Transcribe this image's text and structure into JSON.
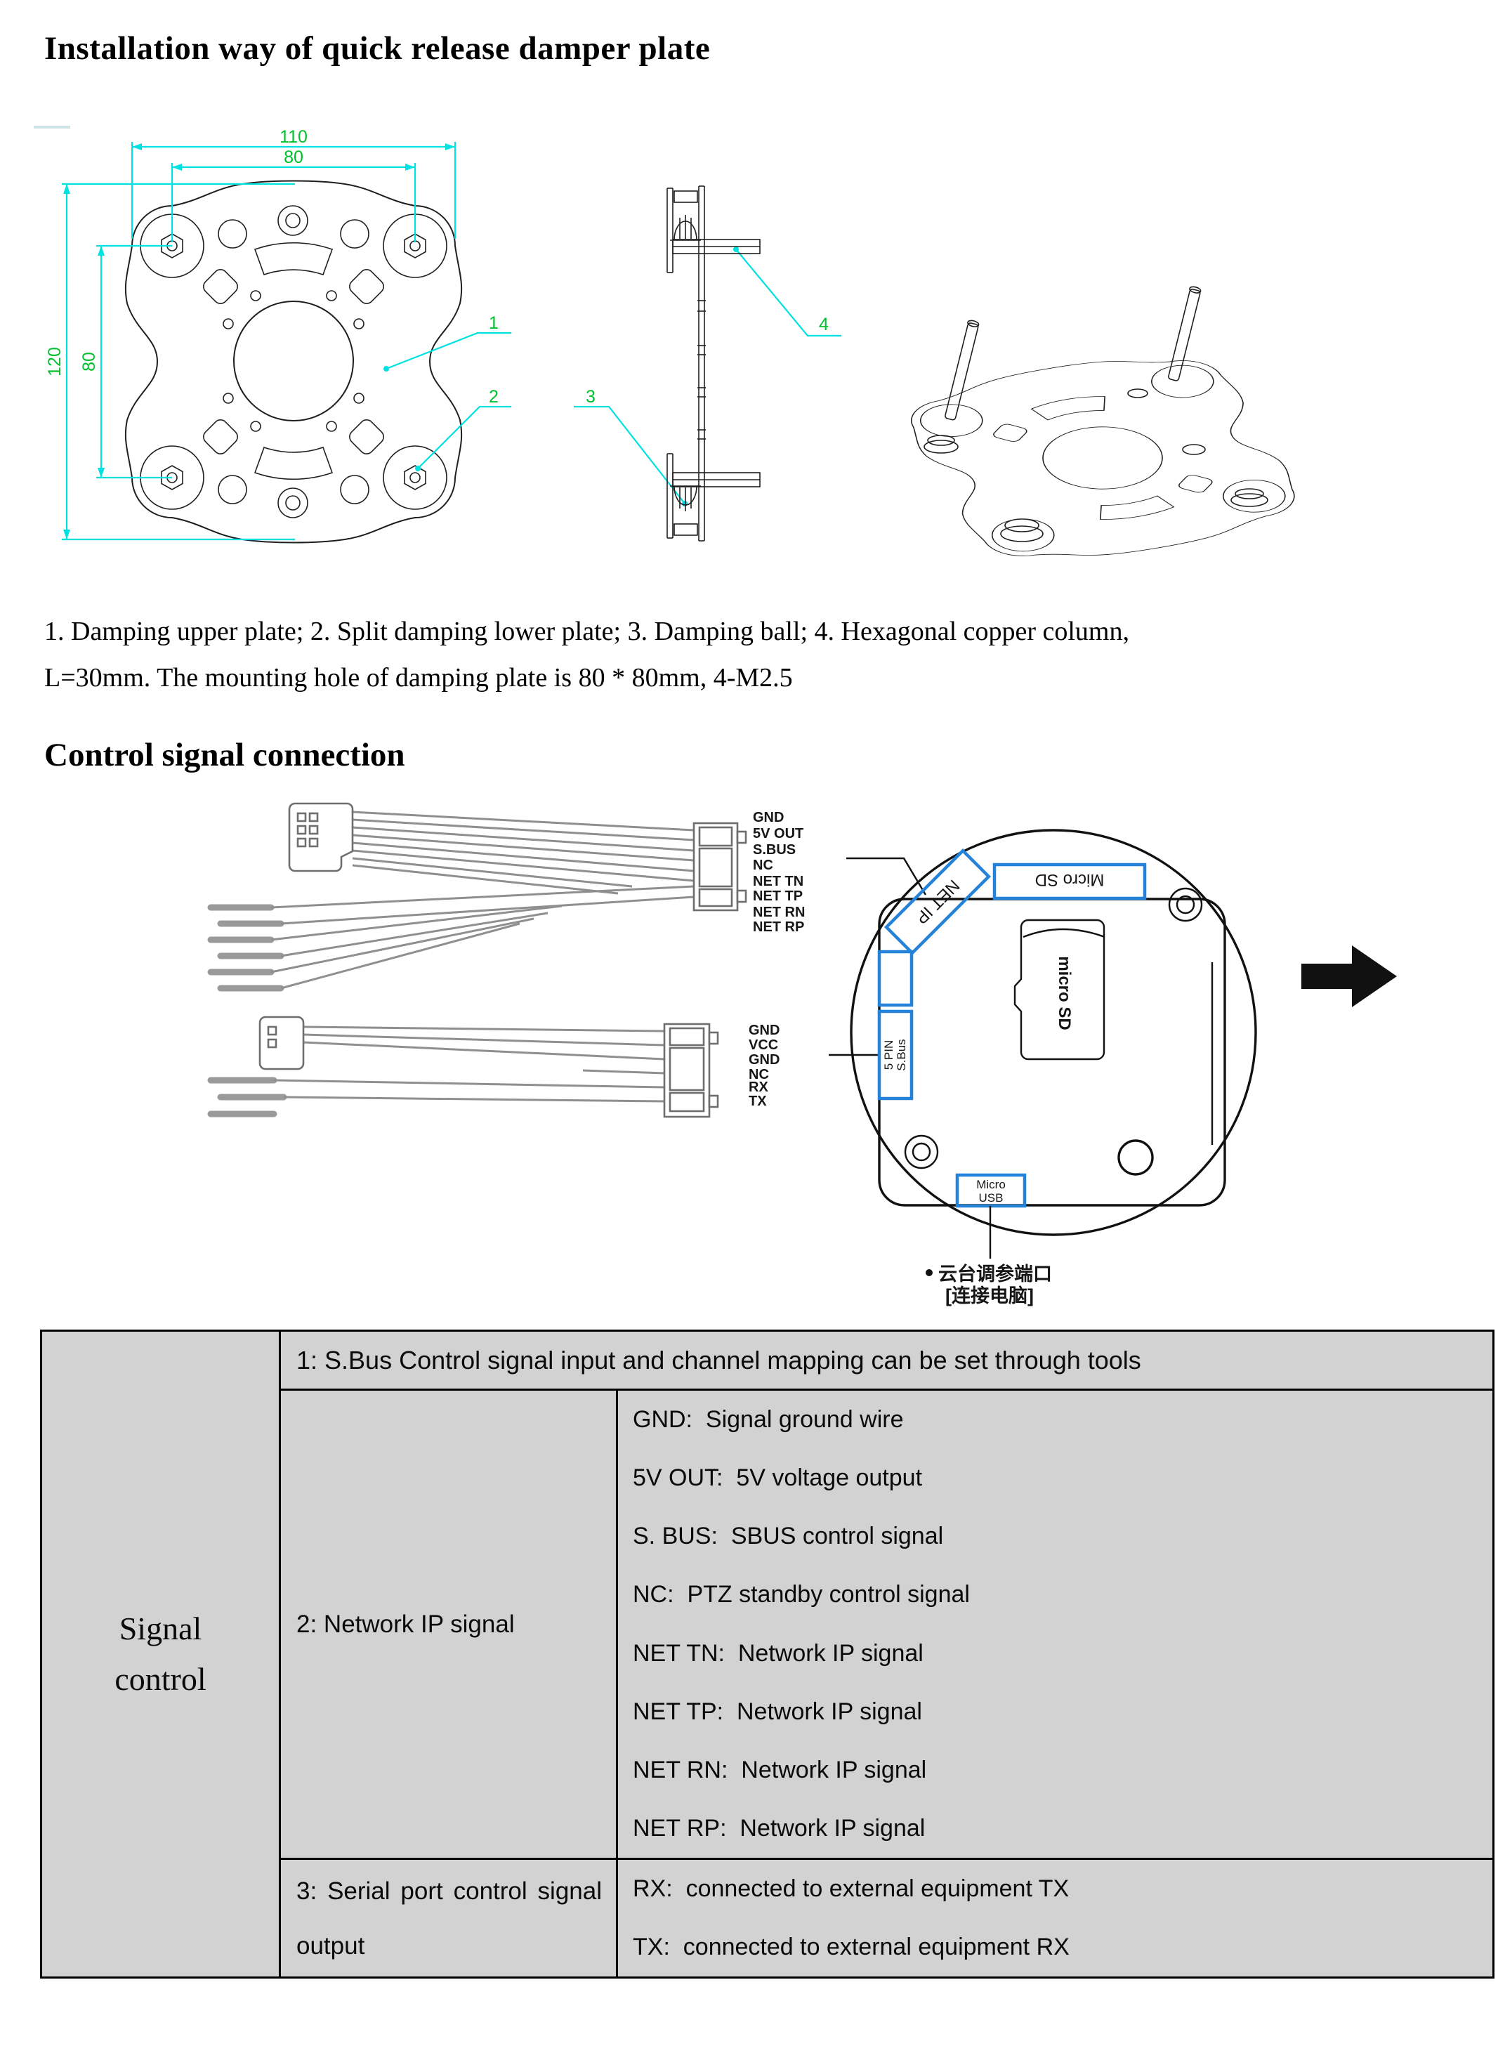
{
  "headings": {
    "h1": "Installation way of quick release damper plate",
    "h2": "Control signal connection"
  },
  "caption": {
    "line1": "1. Damping upper plate; 2. Split damping lower plate; 3. Damping ball; 4. Hexagonal copper column,",
    "line2": "L=30mm. The mounting hole of damping plate is 80 * 80mm, 4-M2.5"
  },
  "drawing": {
    "dims": {
      "width_outer": "110",
      "width_inner": "80",
      "height_outer": "120",
      "height_inner": "80"
    },
    "leaders": {
      "l1": "1",
      "l2": "2",
      "l3": "3",
      "l4": "4"
    },
    "colors": {
      "dim_line": "#00e2e2",
      "dim_text": "#00c02c"
    }
  },
  "connection": {
    "cable1": {
      "pins": [
        "GND",
        "5V OUT",
        "S.BUS",
        "NC",
        "NET TN",
        "NET TP",
        "NET RN",
        "NET RP"
      ]
    },
    "cable2": {
      "pins": [
        "GND",
        "VCC",
        "GND",
        "NC",
        "RX",
        "TX"
      ]
    },
    "board": {
      "accent": "#2482d8",
      "micro_sd_slot": "Micro SD",
      "net_ip": "NET IP",
      "five_pin_line1": "5 PIN",
      "five_pin_line2": "S.Bus",
      "sd_card": "micro SD",
      "micro_usb_line1": "Micro",
      "micro_usb_line2": "USB",
      "note_line1": "云台调参端口",
      "note_line2": "[连接电脑]"
    }
  },
  "table": {
    "bg": "#d2d2d2",
    "signal_col_line1": "Signal",
    "signal_col_line2": "control",
    "row1": "1: S.Bus Control signal input and channel mapping can be set through tools",
    "row2_label": "2: Network IP signal",
    "row2_items": [
      "GND:  Signal ground wire",
      "5V OUT:  5V voltage output",
      "S. BUS:  SBUS control signal",
      "NC:  PTZ standby control signal",
      "NET TN:  Network IP signal",
      "NET TP:  Network IP signal",
      "NET RN:  Network IP signal",
      "NET RP:  Network IP signal"
    ],
    "row3_label": "3: Serial port control signal output",
    "row3_items": [
      "RX:  connected to external equipment TX",
      "TX:  connected to external equipment RX"
    ]
  }
}
